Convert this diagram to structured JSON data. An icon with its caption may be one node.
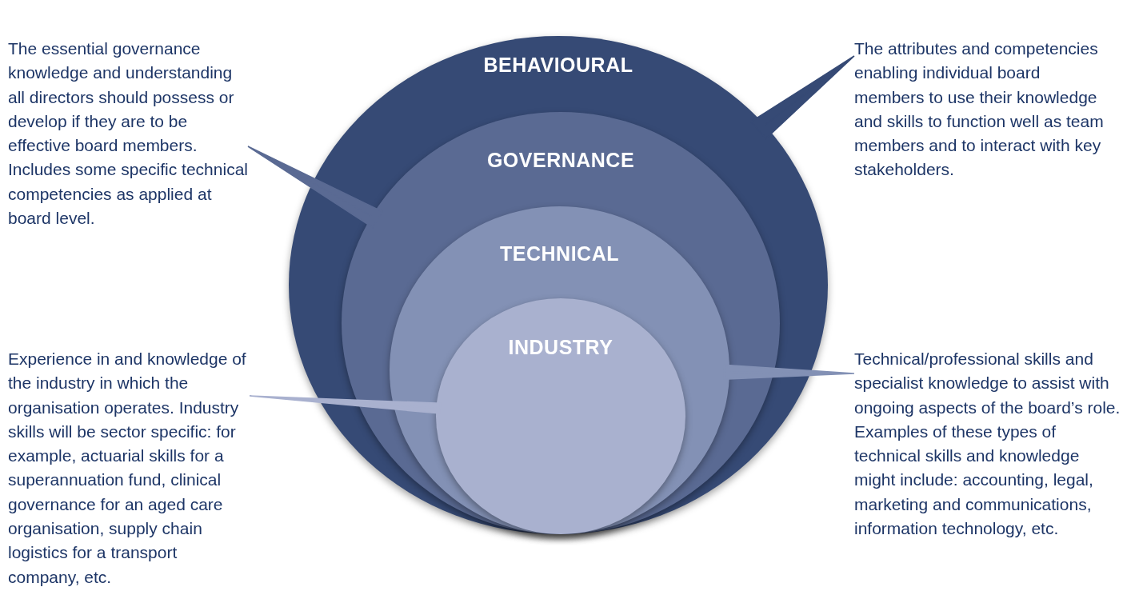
{
  "diagram": {
    "nodes": [
      {
        "text": [
          "BEHAVIOURAL"
        ]
      },
      {
        "text": [
          "GOVERNANCE"
        ],
        "in": 0
      },
      {
        "text": [
          "TECHNICAL"
        ],
        "in": 1
      },
      {
        "text": [
          "INDUSTRY"
        ],
        "in": 2
      },
      {
        "text": [
          "The essential governance knowledge and understanding all directors should possess or develop if they are to be effective board members. Includes some specific technical competencies as applied at board level."
        ]
      },
      {
        "text": [
          "The attributes and competencies enabling individual board members to use their knowledge and skills to function well as team members and to interact with key stakeholders."
        ]
      },
      {
        "text": [
          "Experience in and knowledge of the industry in which the organisation operates. Industry skills will be sector specific: for example, actuarial skills for a superannuation fund, clinical governance for an aged care organisation, supply chain logistics for a transport company, etc."
        ]
      },
      {
        "text": [
          "Technical/professional skills and specialist knowledge to assist with ongoing aspects of the board’s role. Examples of these types of technical skills and knowledge might include: accounting, legal, marketing and communications, information technology, etc."
        ]
      }
    ],
    "edges": [
      {
        "from": 4,
        "to": 1,
        "arrow": "none"
      },
      {
        "from": 5,
        "to": 0,
        "arrow": "none"
      },
      {
        "from": 6,
        "to": 3,
        "arrow": "none"
      },
      {
        "from": 7,
        "to": 2,
        "arrow": "none"
      }
    ]
  }
}
